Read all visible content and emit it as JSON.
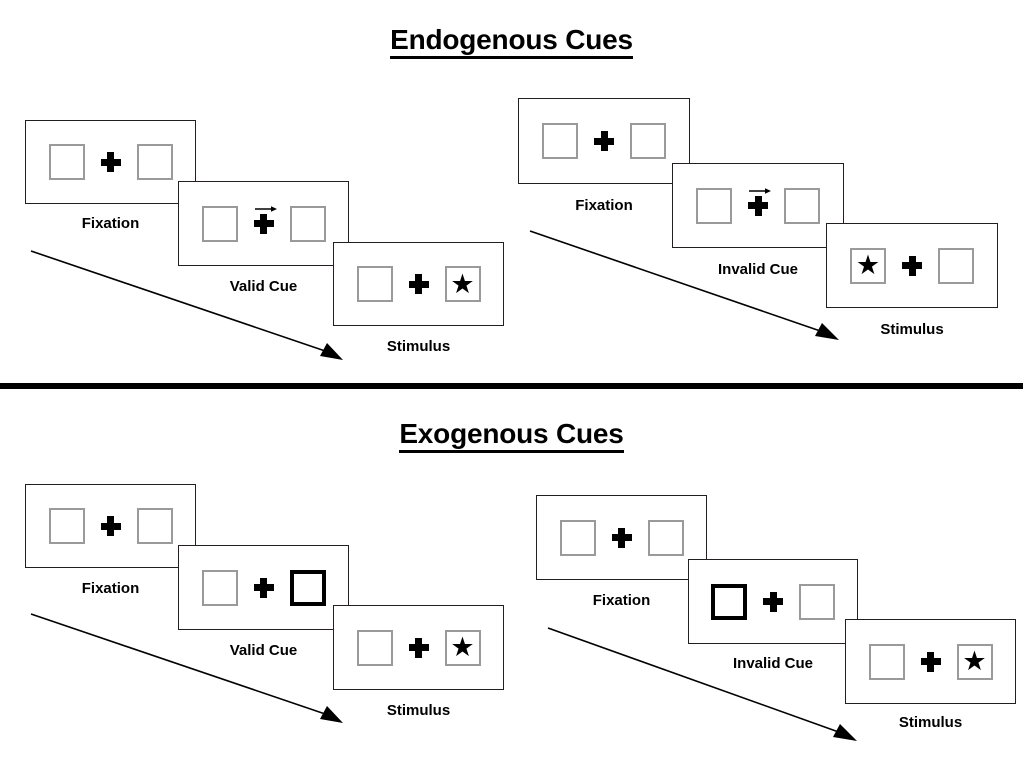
{
  "figure": {
    "sections": [
      {
        "id": "endogenous",
        "title": "Endogenous Cues",
        "columns": [
          {
            "id": "endogenous-valid",
            "frames": [
              {
                "label": "Fixation",
                "left_box": "plain",
                "right_box": "plain",
                "arrow": "none",
                "star_side": "none"
              },
              {
                "label": "Valid Cue",
                "left_box": "plain",
                "right_box": "plain",
                "arrow": "right",
                "star_side": "none"
              },
              {
                "label": "Stimulus",
                "left_box": "plain",
                "right_box": "plain",
                "arrow": "none",
                "star_side": "right"
              }
            ]
          },
          {
            "id": "endogenous-invalid",
            "frames": [
              {
                "label": "Fixation",
                "left_box": "plain",
                "right_box": "plain",
                "arrow": "none",
                "star_side": "none"
              },
              {
                "label": "Invalid Cue",
                "left_box": "plain",
                "right_box": "plain",
                "arrow": "right",
                "star_side": "none"
              },
              {
                "label": "Stimulus",
                "left_box": "plain",
                "right_box": "plain",
                "arrow": "none",
                "star_side": "left"
              }
            ]
          }
        ]
      },
      {
        "id": "exogenous",
        "title": "Exogenous Cues",
        "columns": [
          {
            "id": "exogenous-valid",
            "frames": [
              {
                "label": "Fixation",
                "left_box": "plain",
                "right_box": "plain",
                "arrow": "none",
                "star_side": "none"
              },
              {
                "label": "Valid Cue",
                "left_box": "plain",
                "right_box": "bold",
                "arrow": "none",
                "star_side": "none"
              },
              {
                "label": "Stimulus",
                "left_box": "plain",
                "right_box": "plain",
                "arrow": "none",
                "star_side": "right"
              }
            ]
          },
          {
            "id": "exogenous-invalid",
            "frames": [
              {
                "label": "Fixation",
                "left_box": "plain",
                "right_box": "plain",
                "arrow": "none",
                "star_side": "none"
              },
              {
                "label": "Invalid Cue",
                "left_box": "bold",
                "right_box": "plain",
                "arrow": "none",
                "star_side": "none"
              },
              {
                "label": "Stimulus",
                "left_box": "plain",
                "right_box": "plain",
                "arrow": "none",
                "star_side": "right"
              }
            ]
          }
        ]
      }
    ],
    "icons": {
      "star_glyph": "★",
      "cue_arrow": "cue-arrow-right-icon",
      "fixation_cross": "fixation-cross-icon",
      "time_arrow": "time-arrow-icon"
    },
    "colors": {
      "ink": "#000000",
      "frame_border": "#231f20",
      "box_border": "#9a9a9a",
      "box_border_cued": "#000000",
      "background": "#ffffff",
      "divider": "#000000"
    },
    "labels": {
      "t1_fixation": "Fixation",
      "t2_valid": "Valid Cue",
      "t2_invalid": "Invalid Cue",
      "t3_stimulus": "Stimulus"
    }
  }
}
